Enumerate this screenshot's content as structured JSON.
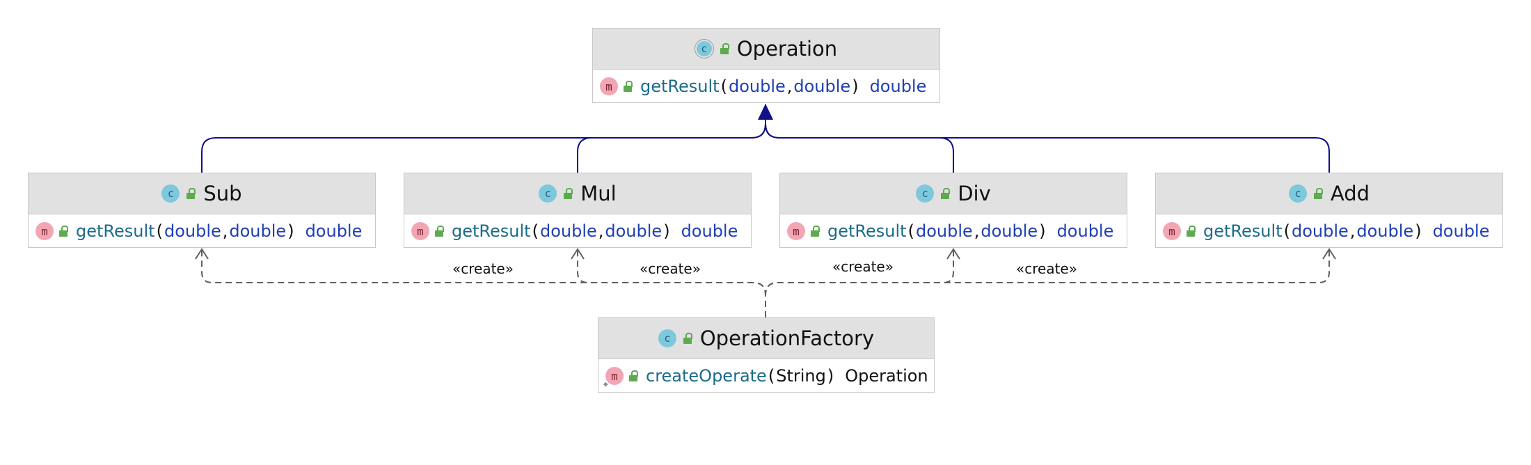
{
  "colors": {
    "header_bg": "#e1e1e1",
    "border": "#c8c8c8",
    "inheritance_edge": "#101088",
    "dependency_edge": "#606060",
    "class_badge": "#7ec8de",
    "method_badge": "#f2a6b3",
    "public_lock": "#5daa4f",
    "method_name": "#1a6b8a",
    "type_name": "#1f3fb5"
  },
  "icons": {
    "class": "class-icon",
    "method": "method-icon",
    "visibility": "public-lock-icon"
  },
  "classes": {
    "operation": {
      "name": "Operation",
      "badge": "c",
      "method": {
        "badge": "m",
        "name": "getResult",
        "open": "(",
        "p1": "double",
        "comma": ",",
        "p2": "double",
        "close": ")",
        "ret": "double"
      }
    },
    "sub": {
      "name": "Sub",
      "badge": "c",
      "method": {
        "badge": "m",
        "name": "getResult",
        "open": "(",
        "p1": "double",
        "comma": ",",
        "p2": "double",
        "close": ")",
        "ret": "double"
      }
    },
    "mul": {
      "name": "Mul",
      "badge": "c",
      "method": {
        "badge": "m",
        "name": "getResult",
        "open": "(",
        "p1": "double",
        "comma": ",",
        "p2": "double",
        "close": ")",
        "ret": "double"
      }
    },
    "div": {
      "name": "Div",
      "badge": "c",
      "method": {
        "badge": "m",
        "name": "getResult",
        "open": "(",
        "p1": "double",
        "comma": ",",
        "p2": "double",
        "close": ")",
        "ret": "double"
      }
    },
    "add": {
      "name": "Add",
      "badge": "c",
      "method": {
        "badge": "m",
        "name": "getResult",
        "open": "(",
        "p1": "double",
        "comma": ",",
        "p2": "double",
        "close": ")",
        "ret": "double"
      }
    },
    "factory": {
      "name": "OperationFactory",
      "badge": "c",
      "method": {
        "badge": "m",
        "name": "createOperate",
        "open": "(",
        "p1": "String",
        "close": ")",
        "ret": "Operation"
      }
    }
  },
  "relations": {
    "create_labels": [
      "«create»",
      "«create»",
      "«create»",
      "«create»"
    ]
  }
}
